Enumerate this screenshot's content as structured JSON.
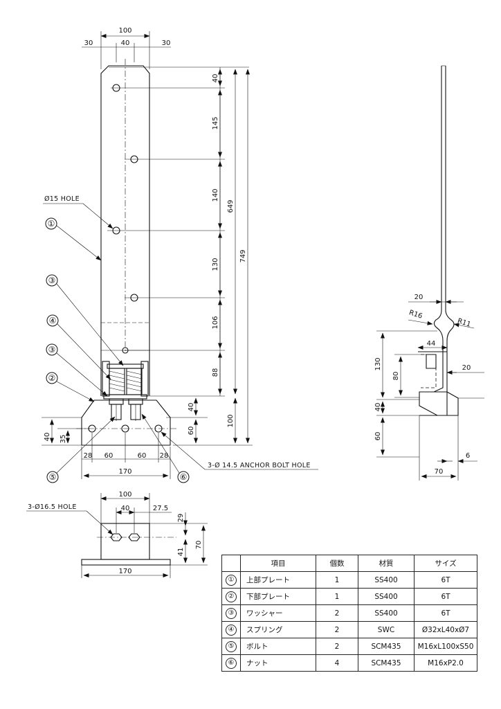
{
  "front_view": {
    "dims": {
      "w_total": "100",
      "w_left": "30",
      "w_mid": "40",
      "w_right": "30",
      "v_40": "40",
      "v_145": "145",
      "v_140": "140",
      "v_130": "130",
      "v_106": "106",
      "v_88": "88",
      "v_649": "649",
      "v_749": "749",
      "v_40b": "40",
      "v_60": "60",
      "v_100": "100",
      "left_40": "40",
      "left_35": "35",
      "b_28a": "28",
      "b_60a": "60",
      "b_60b": "60",
      "b_28b": "28",
      "b_170": "170"
    },
    "hole_label": "Ø15 HOLE",
    "anchor_label": "3-Ø 14.5 ANCHOR BOLT HOLE"
  },
  "markers": [
    "①",
    "②",
    "③",
    "④",
    "⑤",
    "⑥"
  ],
  "side_view": {
    "dims": {
      "d20_top": "20",
      "r16": "R16",
      "r11": "R11",
      "d44": "44",
      "d130": "130",
      "d80": "80",
      "d20_right": "20",
      "d40": "40",
      "d60": "60",
      "d6": "6",
      "d70": "70"
    }
  },
  "bottom_view": {
    "hole_label": "3-Ø16.5 HOLE",
    "dims": {
      "w100": "100",
      "w40": "40",
      "w27_5": "27.5",
      "h29": "29",
      "h41": "41",
      "h70": "70",
      "w170": "170"
    }
  },
  "parts_table": {
    "headers": [
      "",
      "項目",
      "個数",
      "材質",
      "サイズ"
    ],
    "rows": [
      {
        "no": "①",
        "name": "上部プレート",
        "qty": "1",
        "material": "SS400",
        "size": "6T"
      },
      {
        "no": "②",
        "name": "下部プレート",
        "qty": "1",
        "material": "SS400",
        "size": "6T"
      },
      {
        "no": "③",
        "name": "ワッシャー",
        "qty": "2",
        "material": "SS400",
        "size": "6T"
      },
      {
        "no": "④",
        "name": "スプリング",
        "qty": "2",
        "material": "SWC",
        "size": "Ø32xL40xØ7"
      },
      {
        "no": "⑤",
        "name": "ボルト",
        "qty": "2",
        "material": "SCM435",
        "size": "M16xL100xS50"
      },
      {
        "no": "⑥",
        "name": "ナット",
        "qty": "4",
        "material": "SCM435",
        "size": "M16xP2.0"
      }
    ]
  }
}
